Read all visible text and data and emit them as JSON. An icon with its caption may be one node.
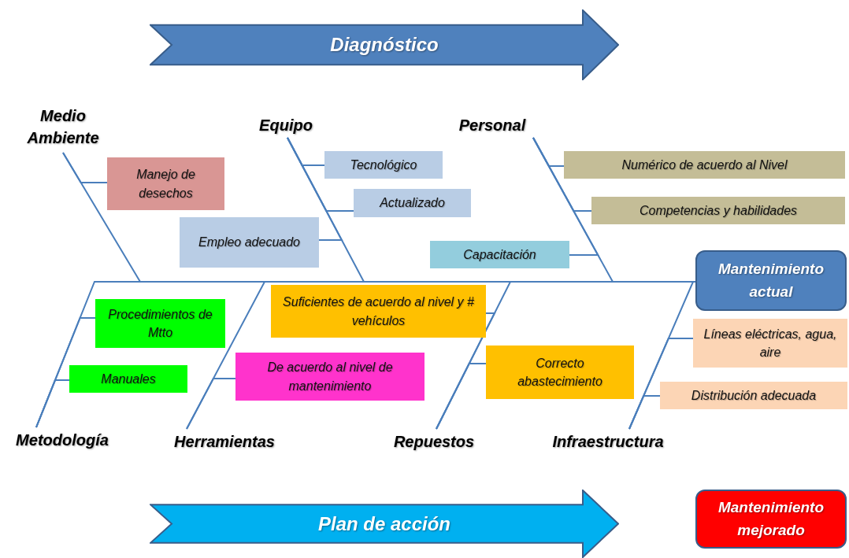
{
  "diagram": {
    "nodes": [
      {
        "text": [
          "Diagnóstico"
        ]
      },
      {
        "text": [
          "Medio Ambiente"
        ]
      },
      {
        "text": [
          "Equipo"
        ]
      },
      {
        "text": [
          "Personal"
        ]
      },
      {
        "text": [
          "Manejo de desechos"
        ]
      },
      {
        "text": [
          "Tecnológico"
        ]
      },
      {
        "text": [
          "Actualizado"
        ]
      },
      {
        "text": [
          "Empleo adecuado"
        ]
      },
      {
        "text": [
          "Numérico de acuerdo al Nivel"
        ]
      },
      {
        "text": [
          "Competencias y habilidades"
        ]
      },
      {
        "text": [
          "Capacitación"
        ]
      },
      {
        "text": [
          "Mantenimiento actual"
        ]
      },
      {
        "text": [
          "Procedimientos de Mtto"
        ]
      },
      {
        "text": [
          "Manuales"
        ]
      },
      {
        "text": [
          "Suficientes de acuerdo al nivel y # vehículos"
        ]
      },
      {
        "text": [
          "De acuerdo al nivel de mantenimiento"
        ]
      },
      {
        "text": [
          "Correcto abastecimiento"
        ]
      },
      {
        "text": [
          "Líneas eléctricas, agua, aire"
        ]
      },
      {
        "text": [
          "Distribución adecuada"
        ]
      },
      {
        "text": [
          "Metodología"
        ]
      },
      {
        "text": [
          "Herramientas"
        ]
      },
      {
        "text": [
          "Repuestos"
        ]
      },
      {
        "text": [
          "Infraestructura"
        ]
      },
      {
        "text": [
          "Plan de acción"
        ]
      },
      {
        "text": [
          "Mantenimiento mejorado"
        ]
      }
    ],
    "edges": [
      {
        "from": 1,
        "to": 11,
        "arrow": "none"
      },
      {
        "from": 2,
        "to": 11,
        "arrow": "none"
      },
      {
        "from": 3,
        "to": 11,
        "arrow": "none"
      },
      {
        "from": 19,
        "to": 11,
        "arrow": "none"
      },
      {
        "from": 20,
        "to": 11,
        "arrow": "none"
      },
      {
        "from": 21,
        "to": 11,
        "arrow": "none"
      },
      {
        "from": 22,
        "to": 11,
        "arrow": "none"
      },
      {
        "from": 4,
        "to": 1,
        "arrow": "none"
      },
      {
        "from": 5,
        "to": 2,
        "arrow": "none"
      },
      {
        "from": 6,
        "to": 2,
        "arrow": "none"
      },
      {
        "from": 7,
        "to": 2,
        "arrow": "none"
      },
      {
        "from": 8,
        "to": 3,
        "arrow": "none"
      },
      {
        "from": 9,
        "to": 3,
        "arrow": "none"
      },
      {
        "from": 10,
        "to": 3,
        "arrow": "none"
      },
      {
        "from": 12,
        "to": 19,
        "arrow": "none"
      },
      {
        "from": 13,
        "to": 19,
        "arrow": "none"
      },
      {
        "from": 15,
        "to": 20,
        "arrow": "none"
      },
      {
        "from": 14,
        "to": 21,
        "arrow": "none"
      },
      {
        "from": 16,
        "to": 21,
        "arrow": "none"
      },
      {
        "from": 17,
        "to": 22,
        "arrow": "none"
      },
      {
        "from": 18,
        "to": 22,
        "arrow": "none"
      }
    ]
  }
}
